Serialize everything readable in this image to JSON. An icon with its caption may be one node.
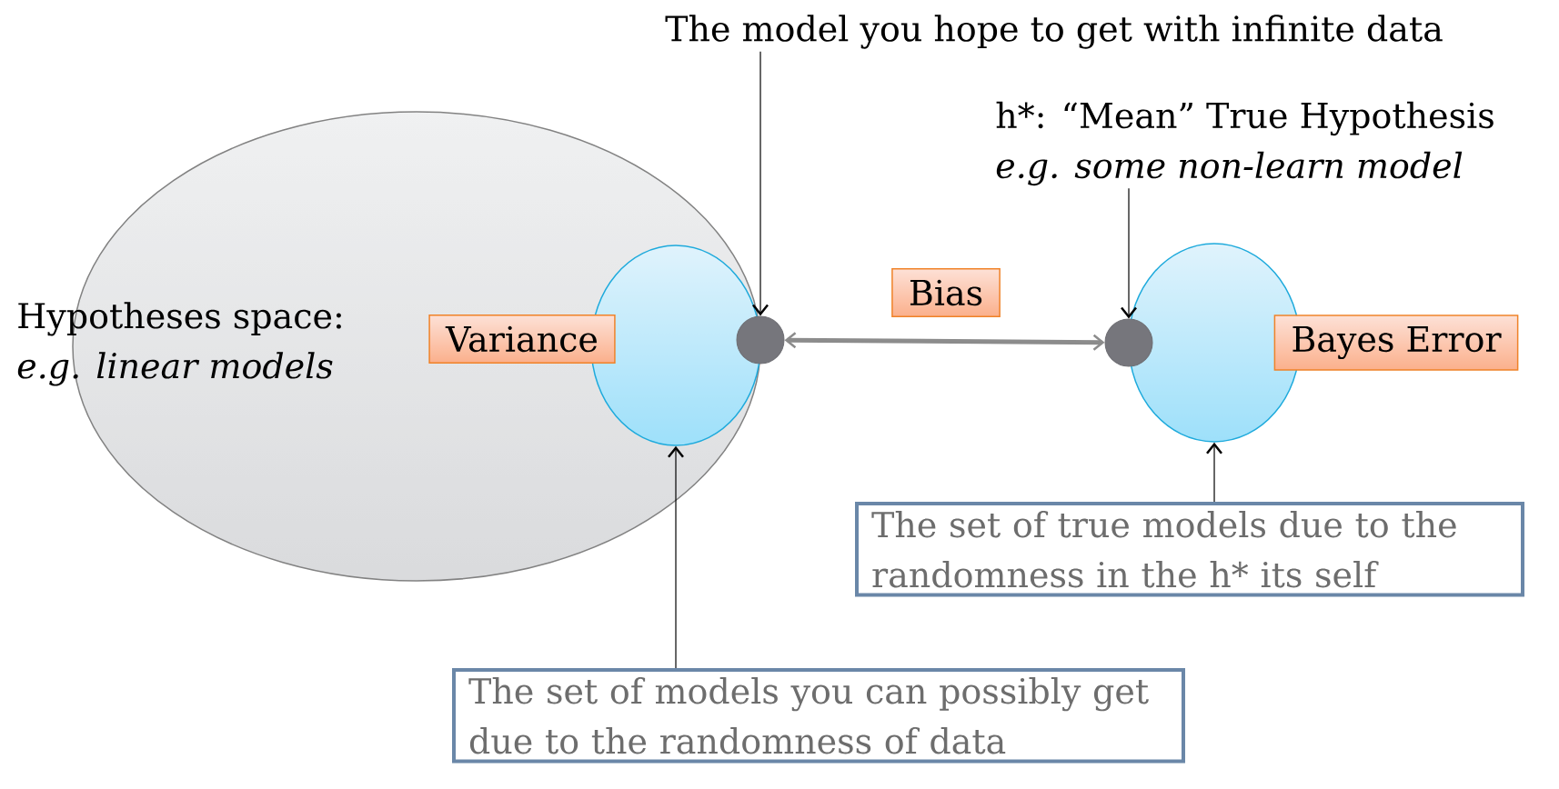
{
  "diagram": {
    "nodes": [
      {
        "text": [
          "Hypotheses space:",
          "e.g. linear models"
        ]
      },
      {
        "text": [
          "The model you hope to get with infinite data"
        ]
      },
      {
        "text": [
          "h*: “Mean” True Hypothesis",
          "e.g. some non-learn model"
        ]
      },
      {
        "text": [
          "Variance"
        ],
        "in": 0
      },
      {
        "text": [],
        "shape": "ellipse",
        "in": 0
      },
      {
        "text": [],
        "shape": "circle"
      },
      {
        "text": [
          "Bias"
        ]
      },
      {
        "text": [],
        "shape": "circle"
      },
      {
        "text": [],
        "shape": "ellipse"
      },
      {
        "text": [
          "Bayes Error"
        ]
      },
      {
        "text": [
          "The set of true models due to the randomness in the h* its self"
        ]
      },
      {
        "text": [
          "The set of models you can possibly get due to the randomness of data"
        ]
      }
    ],
    "edges": [
      {
        "from": 1,
        "to": 5,
        "arrow": "to"
      },
      {
        "from": 2,
        "to": 7,
        "arrow": "to"
      },
      {
        "from": 5,
        "to": 7,
        "arrow": "both",
        "style": "thick",
        "color": "#8c8c8c"
      },
      {
        "from": 10,
        "to": 8,
        "arrow": "to"
      },
      {
        "from": 11,
        "to": 4,
        "arrow": "to"
      }
    ]
  }
}
